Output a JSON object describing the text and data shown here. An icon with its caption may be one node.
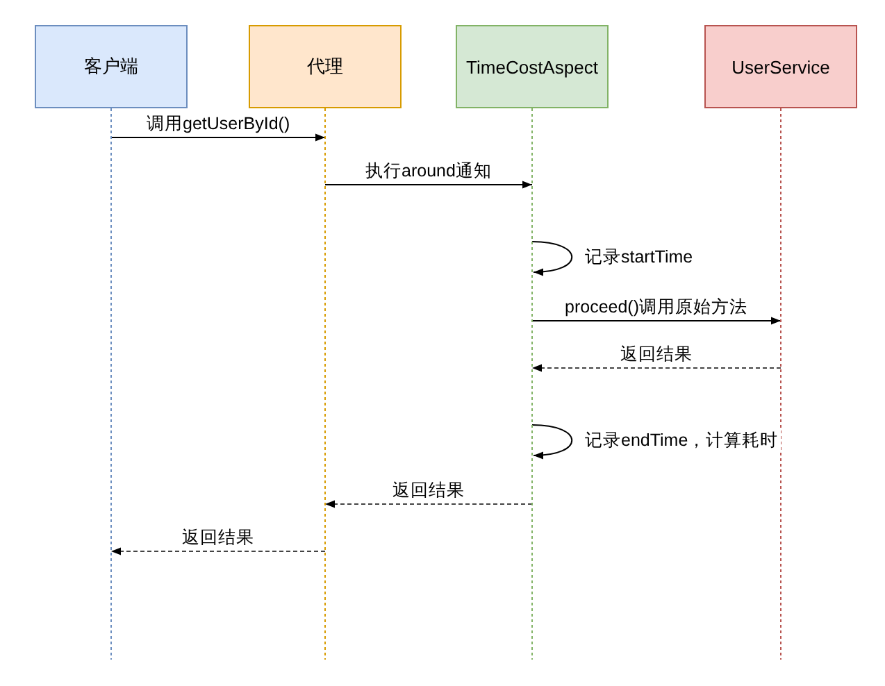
{
  "diagram": {
    "nodes": [
      {
        "text": [
          "客户端"
        ]
      },
      {
        "text": [
          "代理"
        ]
      },
      {
        "text": [
          "TimeCostAspect"
        ]
      },
      {
        "text": [
          "UserService"
        ]
      }
    ],
    "edges": [
      {
        "from": 0,
        "to": 1,
        "arrow": "to",
        "label": "调用getUserById()"
      },
      {
        "from": 1,
        "to": 2,
        "arrow": "to",
        "label": "执行around通知"
      },
      {
        "from": 2,
        "to": 2,
        "arrow": "to",
        "label": "记录startTime"
      },
      {
        "from": 2,
        "to": 3,
        "arrow": "to",
        "label": "proceed()调用原始方法"
      },
      {
        "from": 3,
        "to": 2,
        "arrow": "to",
        "label": "返回结果",
        "style": "dashed"
      },
      {
        "from": 2,
        "to": 2,
        "arrow": "to",
        "label": "记录endTime，计算耗时"
      },
      {
        "from": 2,
        "to": 1,
        "arrow": "to",
        "label": "返回结果",
        "style": "dashed"
      },
      {
        "from": 1,
        "to": 0,
        "arrow": "to",
        "label": "返回结果",
        "style": "dashed"
      }
    ]
  }
}
